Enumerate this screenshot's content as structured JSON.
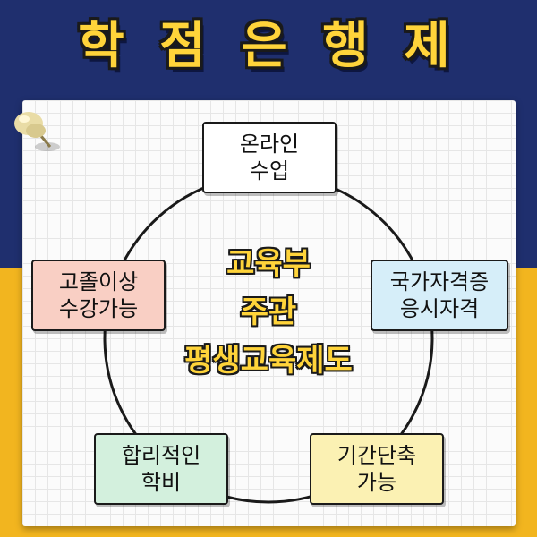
{
  "title": "학 점 은 행 제",
  "center": {
    "line1": "교육부",
    "line2": "주관",
    "line3": "평생교육제도"
  },
  "nodes": {
    "online": {
      "line1": "온라인",
      "line2": "수업",
      "color": "#ffffff"
    },
    "highschool": {
      "line1": "고졸이상",
      "line2": "수강가능",
      "color": "#f9cfc4"
    },
    "certificate": {
      "line1": "국가자격증",
      "line2": "응시자격",
      "color": "#d6eef9"
    },
    "tuition": {
      "line1": "합리적인",
      "line2": "학비",
      "color": "#d3f0dd"
    },
    "period": {
      "line1": "기간단축",
      "line2": "가능",
      "color": "#fbf1b3"
    }
  },
  "colors": {
    "navy": "#1f2f6e",
    "gold": "#f2b51f",
    "title_yellow": "#ffd43a"
  }
}
